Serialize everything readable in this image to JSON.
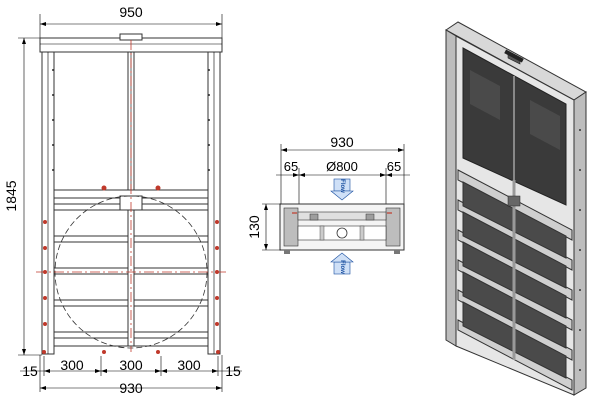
{
  "front_view": {
    "width_top": "950",
    "height_left": "1845",
    "bottom_15_left": "15",
    "bottom_300_a": "300",
    "bottom_300_b": "300",
    "bottom_300_c": "300",
    "bottom_15_right": "15",
    "bottom_total": "930"
  },
  "section_view": {
    "width_total": "930",
    "side_left": "65",
    "diameter": "Ø800",
    "side_right": "65",
    "height": "130",
    "flow_label_top": "Flow",
    "flow_label_bottom": "Flow"
  },
  "colors": {
    "line": "#000000",
    "accent_red": "#c0392b",
    "flow_blue": "#1a4fa0",
    "gate_dark": "#3a3a3a",
    "frame_grey": "#cfcfcf"
  }
}
